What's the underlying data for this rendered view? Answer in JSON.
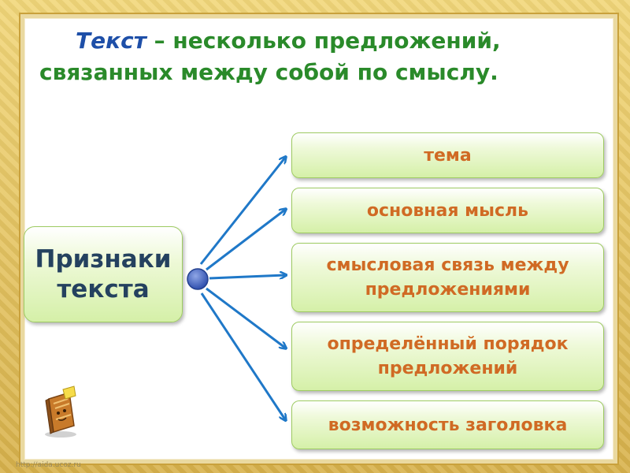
{
  "slide": {
    "title_keyword": "Текст",
    "title_rest": " – несколько предложений,",
    "title_line2": "связанных между собой по смыслу."
  },
  "diagram": {
    "root_label": "Признаки текста",
    "items": [
      "тема",
      "основная мысль",
      "смысловая связь между предложениями",
      "определённый порядок предложений",
      "возможность заголовка"
    ]
  },
  "footer": {
    "watermark": "http://aida.ucoz.ru"
  },
  "colors": {
    "title_green": "#2a8a2a",
    "keyword_blue": "#1e4fa8",
    "item_orange": "#d06a24",
    "root_navy": "#24415f",
    "arrow_blue": "#1f78c8",
    "box_green_light": "#eef9d8",
    "box_green": "#d5f0a8",
    "frame_gold": "#e3c45f"
  },
  "icons": {
    "hub": "hub-dot-icon",
    "mascot": "book-mascot-icon"
  }
}
